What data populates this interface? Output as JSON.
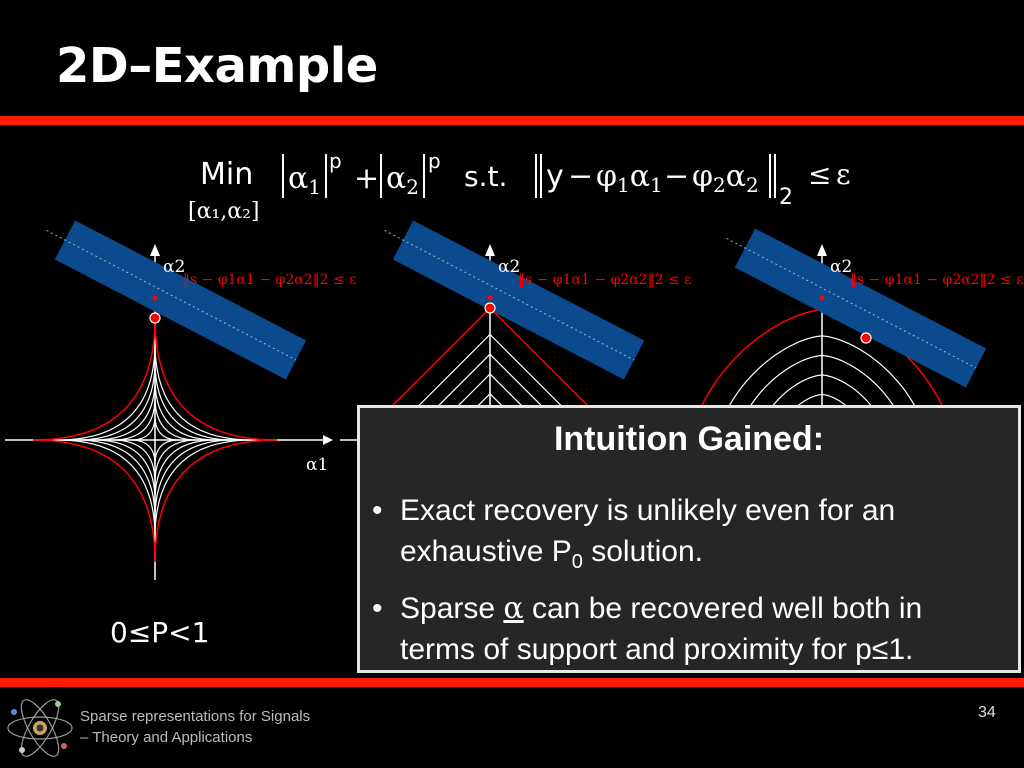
{
  "slide": {
    "title": "2D–Example",
    "page_number": "34"
  },
  "formula": {
    "min": "Min",
    "vars": "[α₁,α₂]",
    "st": "s.t.",
    "p": "p",
    "two": "2",
    "a1": "α",
    "sub1": "1",
    "sub2": "2",
    "plus": "+",
    "y": "y",
    "phi": "φ",
    "minus": "−",
    "leq": "≤",
    "eps": "ε"
  },
  "plots": {
    "axis_alpha2": "α2",
    "axis_alpha1": "α1",
    "constraint_label": "‖s − φ1α1 − φ2α2‖2 ≤ ε",
    "left_caption": "0≤P<1",
    "colors": {
      "band": "#0b4a8c",
      "red": "#ff0000",
      "curve": "#ffffff"
    }
  },
  "intuition": {
    "title": "Intuition Gained:",
    "bullet1": "Exact recovery is unlikely even for an exhaustive P",
    "bullet1_sub": "0",
    "bullet1_end": " solution.",
    "bullet2_pre": "Sparse ",
    "bullet2_alpha": "α",
    "bullet2_post": " can be recovered well both in terms of support and proximity for p≤1."
  },
  "footer": {
    "line1": "Sparse representations for Signals",
    "line2": "– Theory and Applications"
  }
}
